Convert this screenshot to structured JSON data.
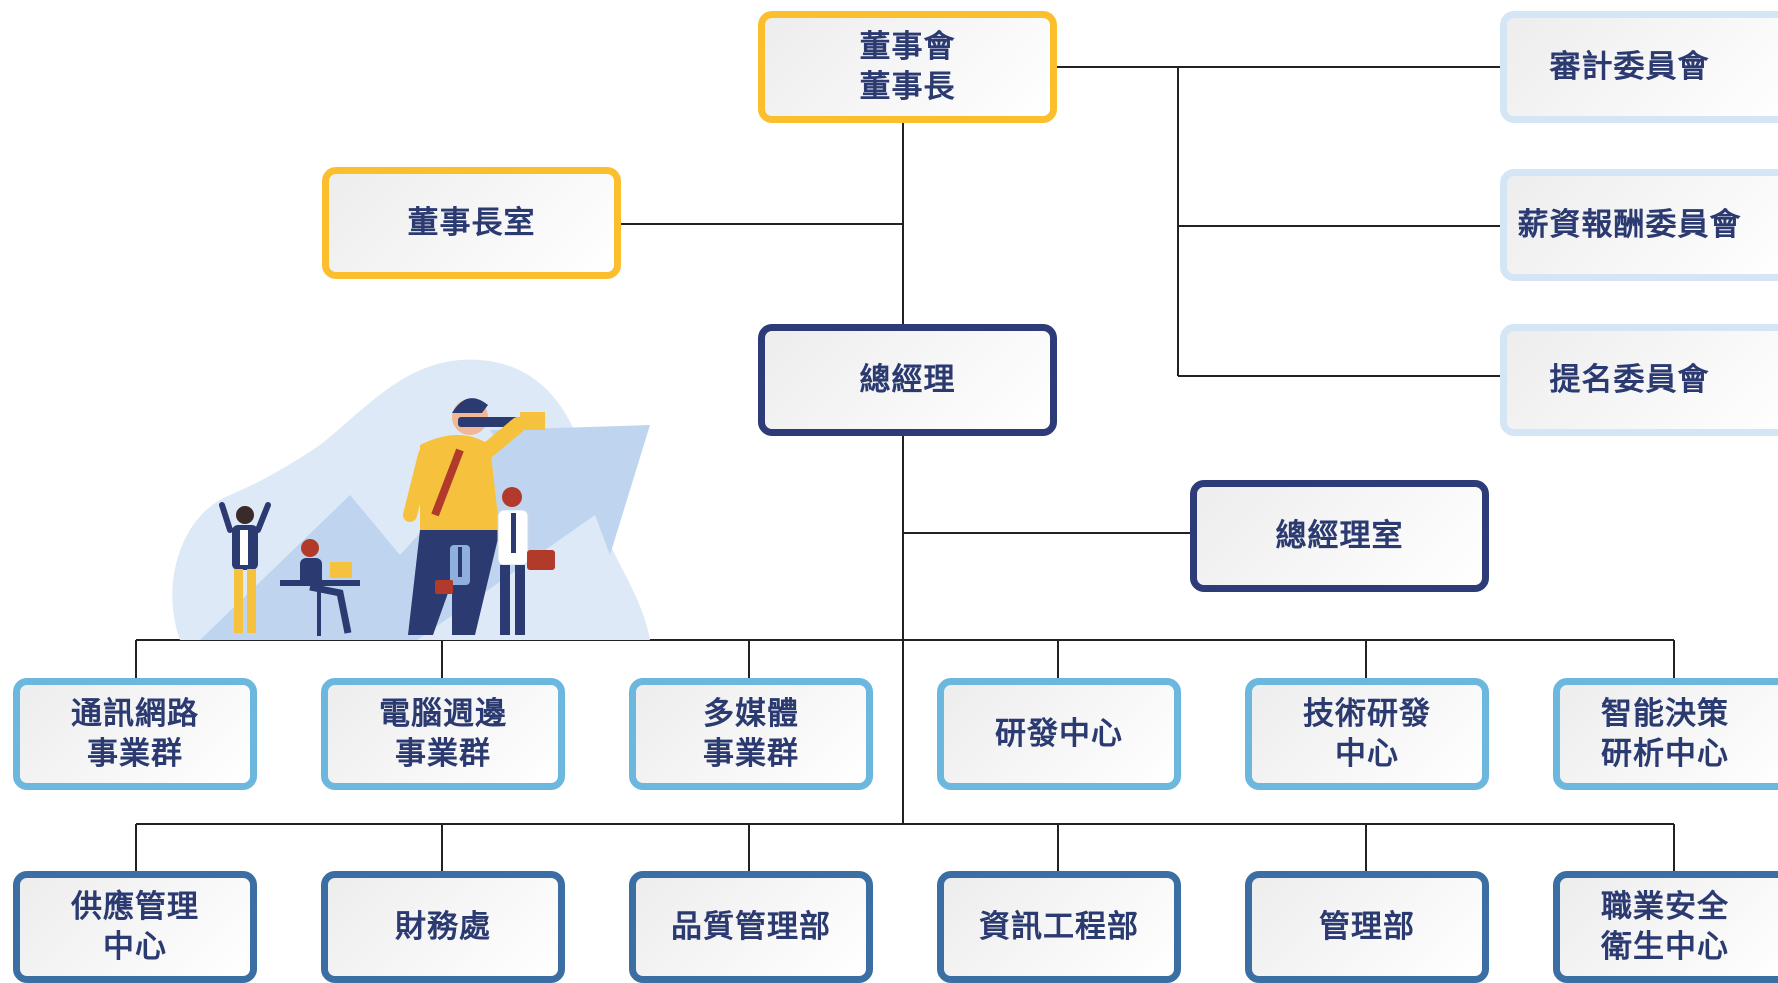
{
  "colors": {
    "gold": "#fbbf2e",
    "navy": "#2d3c79",
    "pale_blue": "#d4e6f6",
    "sky_blue": "#6bb7dd",
    "steel_blue": "#3b6fa3",
    "text": "#2b3a70",
    "connector": "#222222"
  },
  "org": {
    "board": "董事會\n董事長",
    "chairman_office": "董事長室",
    "general_manager": "總經理",
    "gm_office": "總經理室",
    "committees": [
      "審計委員會",
      "薪資報酬委員會",
      "提名委員會"
    ],
    "business_units": [
      "通訊網路\n事業群",
      "電腦週邊\n事業群",
      "多媒體\n事業群",
      "研發中心",
      "技術研發\n中心",
      "智能決策\n研析中心"
    ],
    "departments": [
      "供應管理\n中心",
      "財務處",
      "品質管理部",
      "資訊工程部",
      "管理部",
      "職業安全\n衛生中心"
    ]
  },
  "illustration": {
    "description_icon": "team-vision-icon"
  }
}
